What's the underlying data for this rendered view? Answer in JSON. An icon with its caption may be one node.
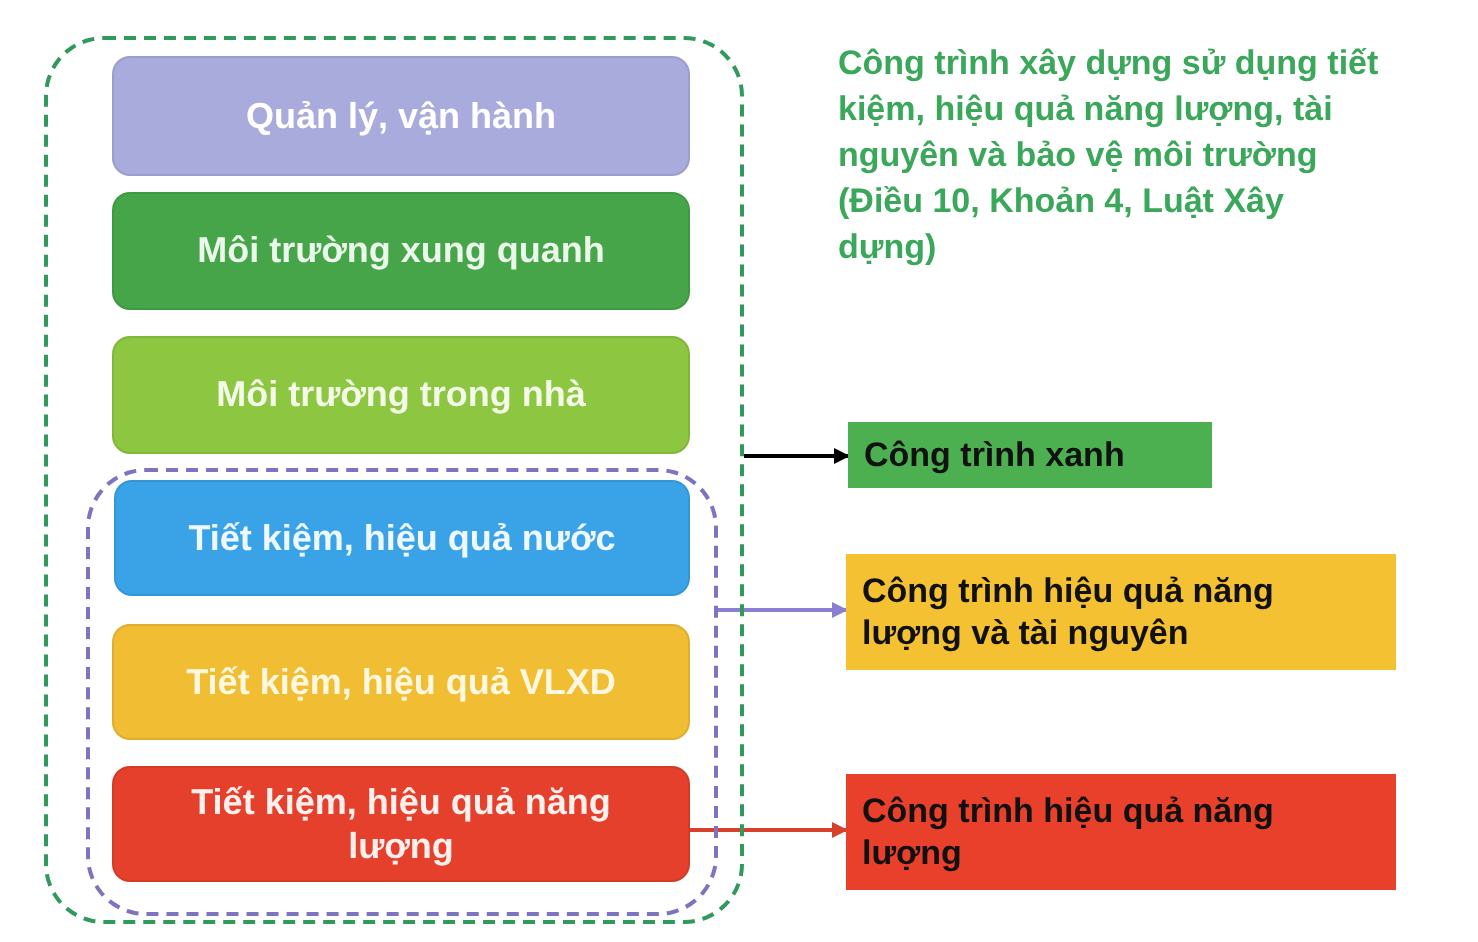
{
  "diagram": {
    "nodes": [
      {
        "text": [],
        "shape": "box"
      },
      {
        "text": [
          "Quản lý, vận hành"
        ],
        "in": 0
      },
      {
        "text": [
          "Môi trường xung quanh"
        ],
        "in": 0
      },
      {
        "text": [
          "Môi trường trong nhà"
        ],
        "in": 0
      },
      {
        "text": [],
        "shape": "box",
        "in": 0
      },
      {
        "text": [
          "Tiết kiệm, hiệu quả nước"
        ],
        "in": 4
      },
      {
        "text": [
          "Tiết kiệm, hiệu quả VLXD"
        ],
        "in": 4
      },
      {
        "text": [
          "Tiết kiệm, hiệu quả năng lượng"
        ],
        "in": 4
      },
      {
        "text": [
          "Công trình xanh"
        ]
      },
      {
        "text": [
          "Công trình hiệu quả năng lượng và tài nguyên"
        ]
      },
      {
        "text": [
          "Công trình hiệu quả năng lượng"
        ]
      }
    ],
    "edges": [
      {
        "from": 0,
        "to": 8,
        "arrow": "to"
      },
      {
        "from": 4,
        "to": 9,
        "arrow": "to",
        "color": "#8a7fd0"
      },
      {
        "from": 7,
        "to": 10,
        "arrow": "to",
        "color": "#d9402c"
      }
    ],
    "labels": [
      "Công trình xây dựng sử dụng tiết kiệm, hiệu quả năng lượng, tài nguyên và bảo vệ môi trường (Điều 10, Khoản 4, Luật Xây dựng)"
    ]
  }
}
